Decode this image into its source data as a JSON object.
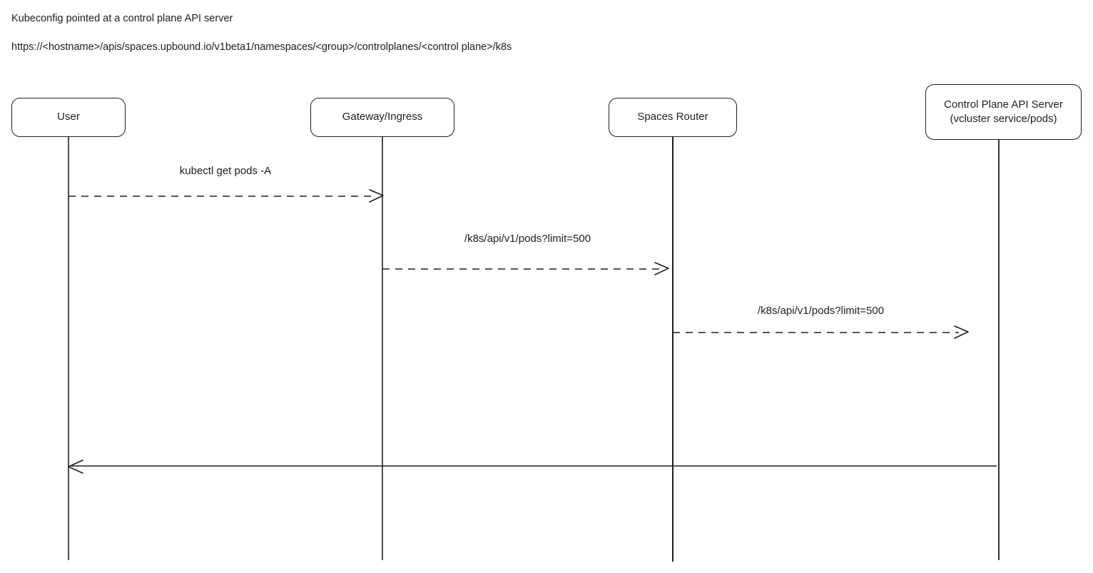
{
  "header": {
    "title": "Kubeconfig pointed at a control plane API server",
    "url": "https://<hostname>/apis/spaces.upbound.io/v1beta1/namespaces/<group>/controlplanes/<control plane>/k8s"
  },
  "diagram": {
    "type": "sequence-diagram",
    "actors": [
      {
        "id": "user",
        "label": "User"
      },
      {
        "id": "gateway",
        "label": "Gateway/Ingress"
      },
      {
        "id": "spaces-router",
        "label": "Spaces Router"
      },
      {
        "id": "control-plane",
        "label": "Control Plane API Server",
        "sublabel": "(vcluster service/pods)"
      }
    ],
    "messages": [
      {
        "from": "User",
        "to": "Gateway/Ingress",
        "label": "kubectl get pods -A",
        "line": "dashed"
      },
      {
        "from": "Gateway/Ingress",
        "to": "Spaces Router",
        "label": "/k8s/api/v1/pods?limit=500",
        "line": "dashed"
      },
      {
        "from": "Spaces Router",
        "to": "Control Plane API Server",
        "label": "/k8s/api/v1/pods?limit=500",
        "line": "dashed"
      },
      {
        "from": "Control Plane API Server",
        "to": "User",
        "label": "",
        "line": "solid"
      }
    ]
  },
  "colors": {
    "stroke": "#1e1e1e",
    "background": "#ffffff"
  }
}
